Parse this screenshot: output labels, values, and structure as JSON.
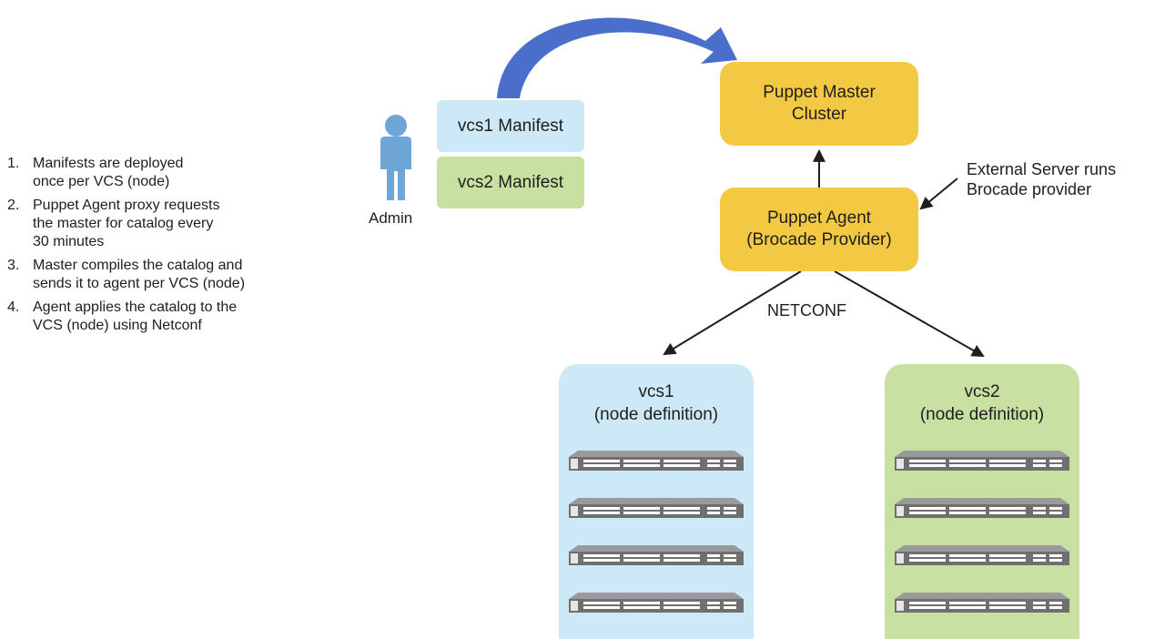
{
  "steps": [
    {
      "num": "1.",
      "text": "Manifests are deployed\nonce per VCS (node)"
    },
    {
      "num": "2.",
      "text": "Puppet Agent proxy requests\nthe master for catalog every\n30 minutes"
    },
    {
      "num": "3.",
      "text": "Master compiles the catalog and\nsends it to agent per VCS (node)"
    },
    {
      "num": "4.",
      "text": "Agent applies the catalog to the\nVCS (node) using Netconf"
    }
  ],
  "admin": {
    "label": "Admin",
    "icon": "person-icon"
  },
  "manifests": {
    "vcs1": "vcs1 Manifest",
    "vcs2": "vcs2 Manifest"
  },
  "puppet_master": "Puppet Master\nCluster",
  "puppet_agent": "Puppet Agent\n(Brocade Provider)",
  "external_note": "External Server runs\nBrocade provider",
  "protocol_label": "NETCONF",
  "nodes": [
    {
      "title": "vcs1\n(node definition)",
      "switch_count": 4
    },
    {
      "title": "vcs2\n(node definition)",
      "switch_count": 4
    }
  ],
  "colors": {
    "gold": "#f3c944",
    "light_blue": "#cde9f7",
    "light_green": "#c9e0a3",
    "arc_blue": "#4a6fcb",
    "admin_blue": "#6ea6d8",
    "switch_gray": "#6f6f6f"
  }
}
